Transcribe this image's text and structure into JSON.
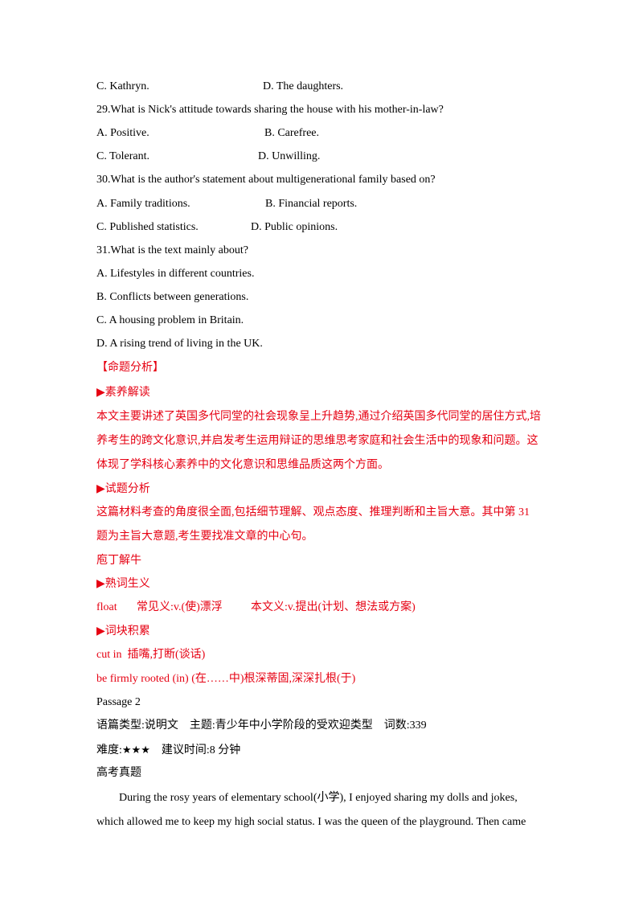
{
  "lines": {
    "q28_c": "C. Kathryn.",
    "q28_d": "D. The daughters.",
    "q29": "29.What is Nick's attitude towards sharing the house with his mother-in-law?",
    "q29_a": "A. Positive.",
    "q29_b": "B. Carefree.",
    "q29_c": "C. Tolerant.",
    "q29_d": "D. Unwilling.",
    "q30": "30.What is the author's statement about multigenerational family based on?",
    "q30_a": "A. Family traditions.",
    "q30_b": "B. Financial reports.",
    "q30_c": "C. Published statistics.",
    "q30_d": "D. Public opinions.",
    "q31": "31.What is the text mainly about?",
    "q31_a": "A. Lifestyles in different countries.",
    "q31_b": "B. Conflicts between generations.",
    "q31_c": "C. A housing problem in Britain.",
    "q31_d": "D. A rising trend of living in the UK."
  },
  "analysis": {
    "heading": "【命题分析】",
    "literacy_heading": "▶素养解读",
    "literacy_lines": [
      "本文主要讲述了英国多代同堂的社会现象呈上升趋势,通过介绍英国多代同堂的居住方式,培",
      "养考生的跨文化意识,并启发考生运用辩证的思维思考家庭和社会生活中的现象和问题。这",
      "体现了学科核心素养中的文化意识和思维品质这两个方面。"
    ],
    "question_heading": "▶试题分析",
    "question_lines": [
      "这篇材料考查的角度很全面,包括细节理解、观点态度、推理判断和主旨大意。其中第 31",
      "题为主旨大意题,考生要找准文章的中心句。"
    ],
    "paoding": "庖丁解牛",
    "word_heading": "▶熟词生义",
    "word_term": "float",
    "word_common": "常见义:v.(使)漂浮",
    "word_context": "本文义:v.提出(计划、想法或方案)",
    "chunk_heading": "▶词块积累",
    "chunk1_term": "cut in",
    "chunk1_def": "插嘴,打断(谈话)",
    "chunk2_term": "be firmly rooted (in)",
    "chunk2_def": "(在……中)根深蒂固,深深扎根(于)"
  },
  "passage": {
    "title": "Passage 2",
    "info": "语篇类型:说明文　主题:青少年中小学阶段的受欢迎类型　词数:339",
    "difficulty_label": "难度:",
    "difficulty_stars": "★★★",
    "time": "建议时间:8 分钟",
    "gaokao": "高考真题",
    "para_lines": [
      "During the rosy years of elementary school(小学), I enjoyed sharing my dolls and jokes,",
      "which allowed me to keep my high social status. I was the queen of the playground. Then came"
    ]
  },
  "colors": {
    "accent_red": "#e60012",
    "text": "#000000"
  }
}
